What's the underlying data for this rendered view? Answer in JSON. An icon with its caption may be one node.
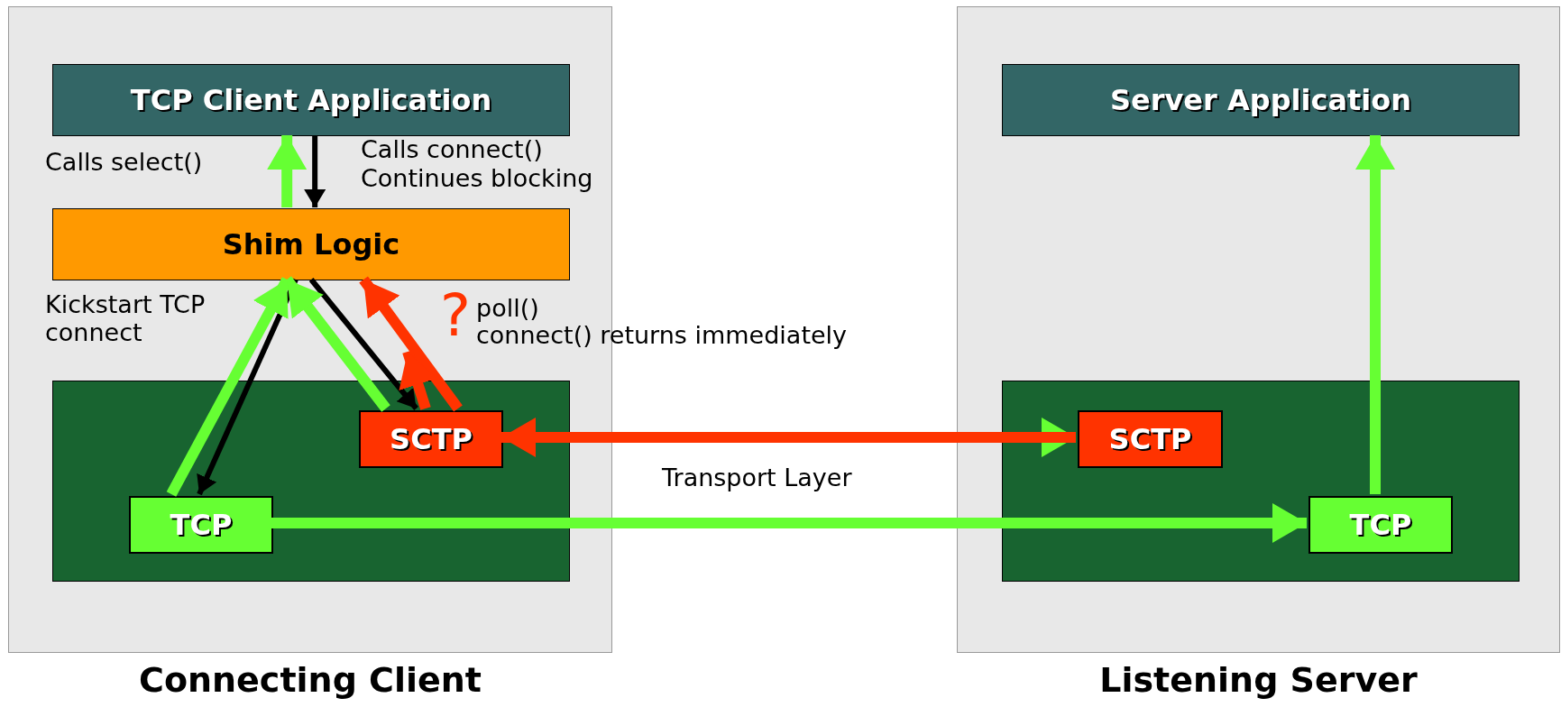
{
  "diagram": {
    "nodes": [
      {
        "text": [
          "Connecting Client"
        ]
      },
      {
        "text": [
          "TCP Client Application"
        ],
        "in": 0
      },
      {
        "text": [
          "Shim Logic"
        ],
        "in": 0
      },
      {
        "text": [],
        "shape": "box",
        "in": 0
      },
      {
        "text": [
          "SCTP"
        ],
        "in": 3
      },
      {
        "text": [
          "TCP"
        ],
        "in": 3
      },
      {
        "text": [
          "Listening Server"
        ]
      },
      {
        "text": [
          "Server Application"
        ],
        "in": 6
      },
      {
        "text": [],
        "shape": "box",
        "in": 6
      },
      {
        "text": [
          "SCTP"
        ],
        "in": 8
      },
      {
        "text": [
          "TCP"
        ],
        "in": 8
      }
    ],
    "edges": [
      {
        "from": 2,
        "to": 1,
        "arrow": "to"
      },
      {
        "from": 1,
        "to": 2,
        "arrow": "to",
        "color": "#000000"
      },
      {
        "from": 2,
        "to": 5,
        "arrow": "to",
        "color": "#000000"
      },
      {
        "from": 5,
        "to": 2,
        "arrow": "to"
      },
      {
        "from": 2,
        "to": 4,
        "arrow": "to",
        "color": "#000000"
      },
      {
        "from": 4,
        "to": 2,
        "arrow": "to"
      },
      {
        "from": 4,
        "to": 2,
        "arrow": "to",
        "color": "#ff3300"
      },
      {
        "from": 4,
        "to": null,
        "arrow": "to",
        "color": "#ff3300"
      },
      {
        "from": 4,
        "to": 9,
        "arrow": "to"
      },
      {
        "from": 9,
        "to": 4,
        "arrow": "to",
        "color": "#ff3300"
      },
      {
        "from": 5,
        "to": 10,
        "arrow": "to"
      },
      {
        "from": 10,
        "to": 7,
        "arrow": "to"
      }
    ],
    "labels": [
      "Calls select()",
      "Calls connect()",
      "Continues blocking",
      "Kickstart TCP connect",
      "poll()",
      "?",
      "connect() returns immediately",
      "Transport Layer"
    ]
  }
}
